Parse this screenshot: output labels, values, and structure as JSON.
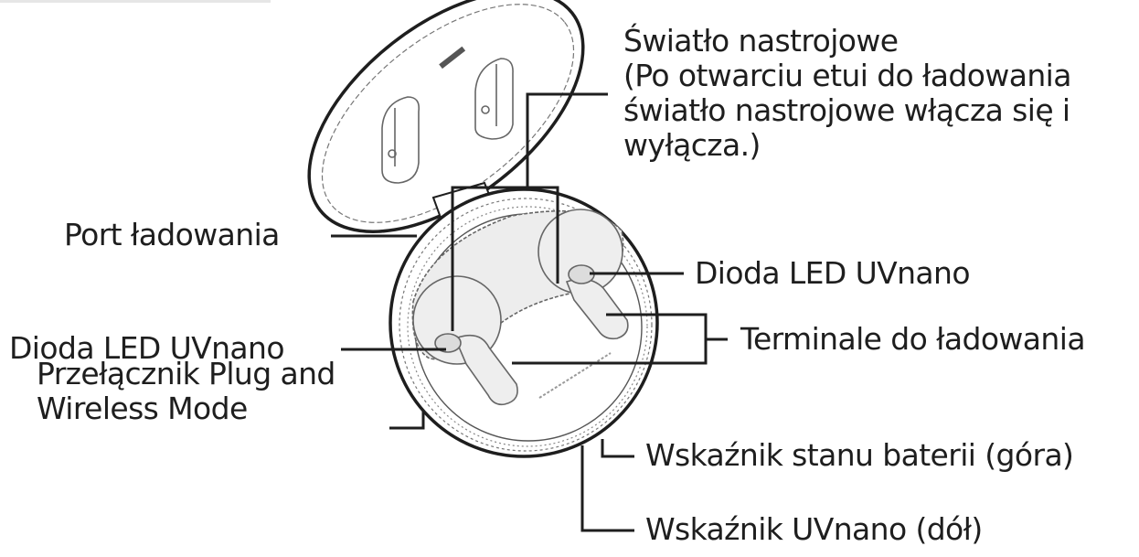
{
  "diagram": {
    "type": "product-parts-callout",
    "subject": "charging case (open lid) with earbud slots",
    "line_color": "#1e1e1e",
    "fill_light": "#ececec",
    "labels": {
      "mood_light": {
        "title": "Światło nastrojowe",
        "lines": [
          "(Po otwarciu etui do ładowania",
          "światło nastrojowe włącza się i",
          "wyłącza.)"
        ]
      },
      "charging_port": "Port ładowania",
      "uvnano_led_left": "Dioda LED UVnano",
      "plug_wireless_switch": {
        "lines": [
          "Przełącznik Plug and",
          "Wireless Mode"
        ]
      },
      "uvnano_led_right": "Dioda LED UVnano",
      "charging_terminals": "Terminale do ładowania",
      "battery_indicator": "Wskaźnik stanu baterii (góra)",
      "uvnano_indicator": "Wskaźnik UVnano (dół)"
    }
  }
}
